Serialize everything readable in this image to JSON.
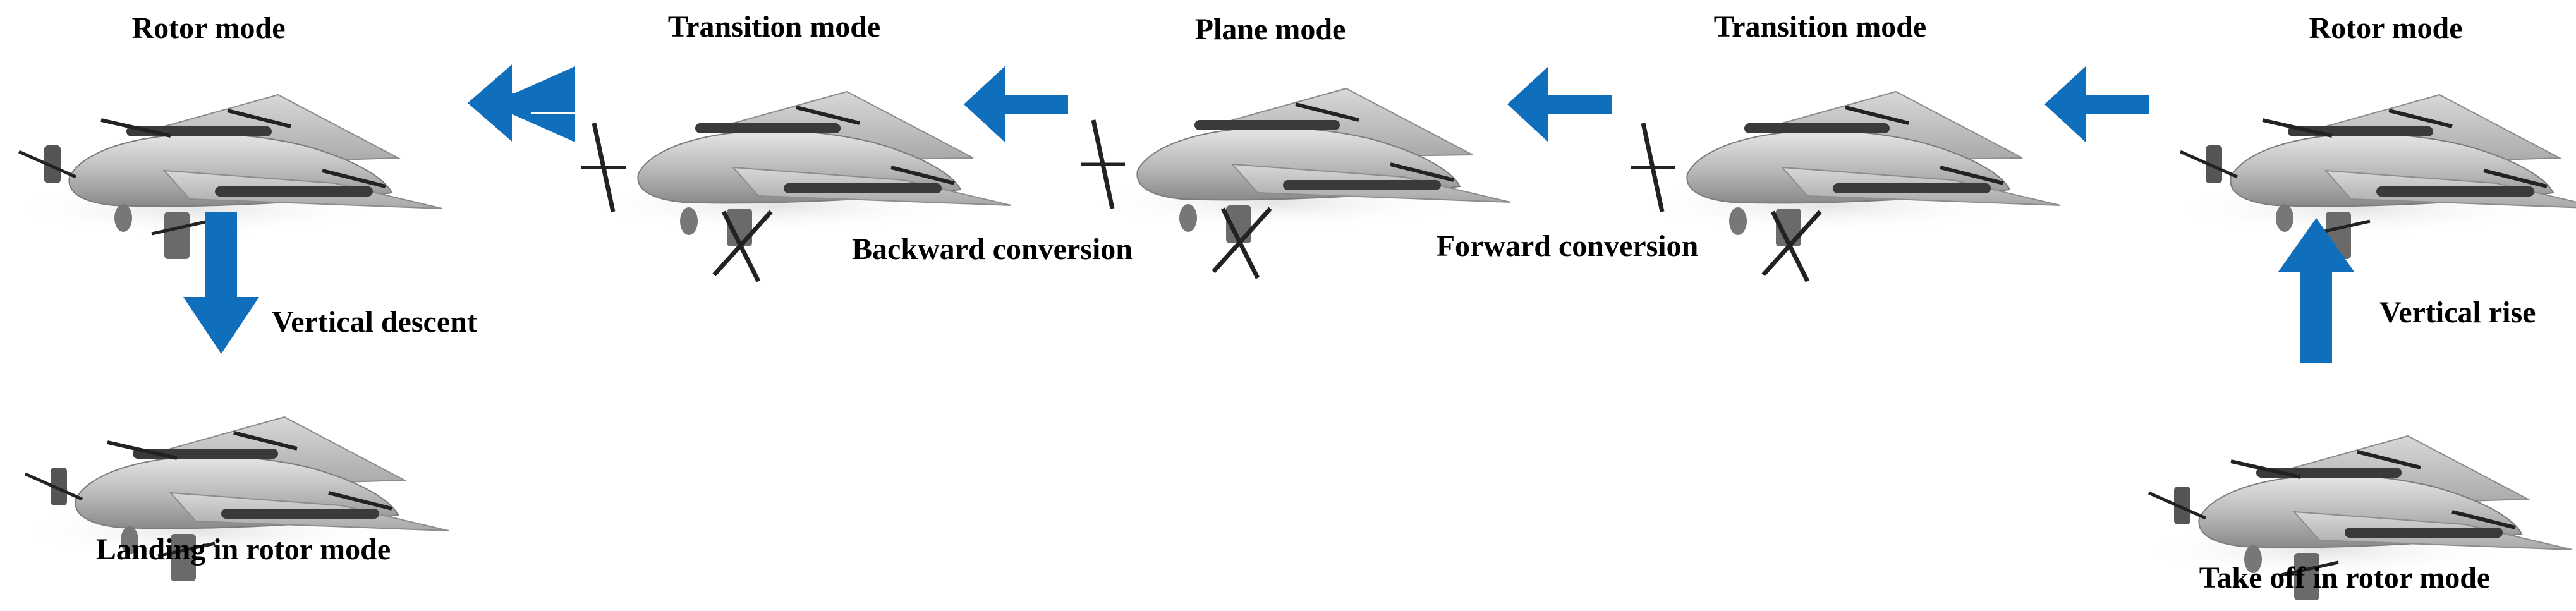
{
  "diagram": {
    "modes": {
      "rotor_top_left": "Rotor mode",
      "transition_left": "Transition mode",
      "plane": "Plane mode",
      "transition_right": "Transition mode",
      "rotor_top_right": "Rotor mode"
    },
    "captions": {
      "landing": "Landing in rotor mode",
      "takeoff": "Take off in rotor mode"
    },
    "edges": {
      "backward": "Backward conversion",
      "forward": "Forward conversion",
      "descent": "Vertical descent",
      "rise": "Vertical rise"
    },
    "colors": {
      "arrow": "#0f6fbd",
      "aircraft_body": "#b9b9b9",
      "text": "#000000"
    }
  }
}
